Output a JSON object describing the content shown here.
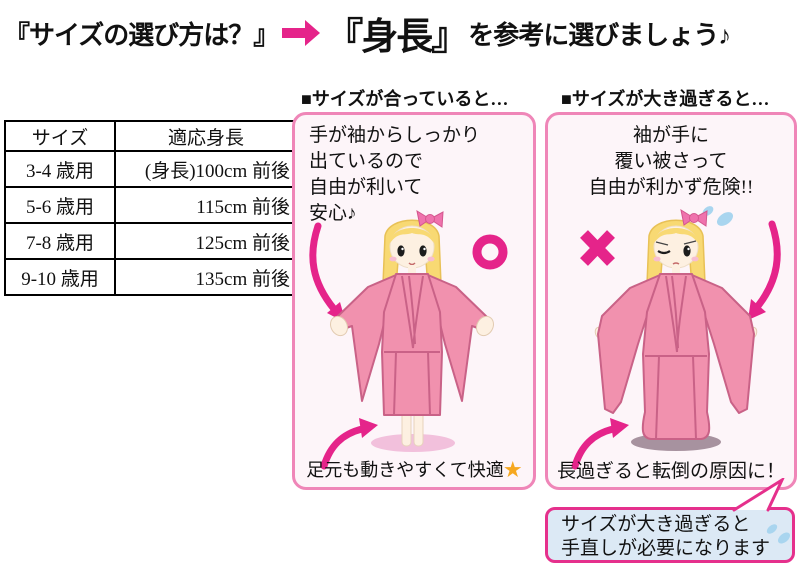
{
  "title": {
    "part1": "『サイズの選び方は？』",
    "part2": "『身長』",
    "part3": "を参考に選びましょう♪"
  },
  "size_table": {
    "headers": [
      "サイズ",
      "適応身長"
    ],
    "rows": [
      [
        "3-4 歳用",
        "(身長)100cm 前後"
      ],
      [
        "5-6 歳用",
        "115cm 前後"
      ],
      [
        "7-8 歳用",
        "125cm 前後"
      ],
      [
        "9-10 歳用",
        "135cm 前後"
      ]
    ]
  },
  "fit_panel": {
    "heading": "■サイズが合っていると…",
    "body_lines": [
      "手が袖からしっかり",
      "出ているので",
      "自由が利いて",
      "安心♪"
    ],
    "caption": "足元も動きやすくて快適",
    "caption_star": "★",
    "mark": "○"
  },
  "oversize_panel": {
    "heading": "■サイズが大き過ぎると…",
    "body_lines": [
      "袖が手に",
      "覆い被さって",
      "自由が利かず危険!!"
    ],
    "caption": "長過ぎると転倒の原因に！",
    "mark": "×"
  },
  "note_bubble": {
    "line1": "サイズが大き過ぎると",
    "line2": "手直しが必要になります"
  },
  "icons": {
    "title_arrow": "right-arrow",
    "fit_mark": "circle-o-mark",
    "oversize_mark": "cross-x-mark",
    "sweat_drops": "water-drops",
    "star": "star"
  },
  "colors": {
    "accent_pink": "#e5248a",
    "panel_border_pink": "#ef86b8",
    "panel_bg": "#fdf5f9",
    "bubble_bg": "#dce9f5",
    "bubble_border": "#e5308c",
    "star_orange": "#f6a820",
    "kimono_pink": "#f191ae",
    "kimono_outline": "#c96287",
    "hair_blonde": "#f8d973",
    "skin": "#fdf0e1",
    "shadow_pink": "#f2c0dc",
    "shadow_gray": "#a7929f",
    "drop_blue": "#a9d5ef",
    "table_border": "#000000"
  }
}
